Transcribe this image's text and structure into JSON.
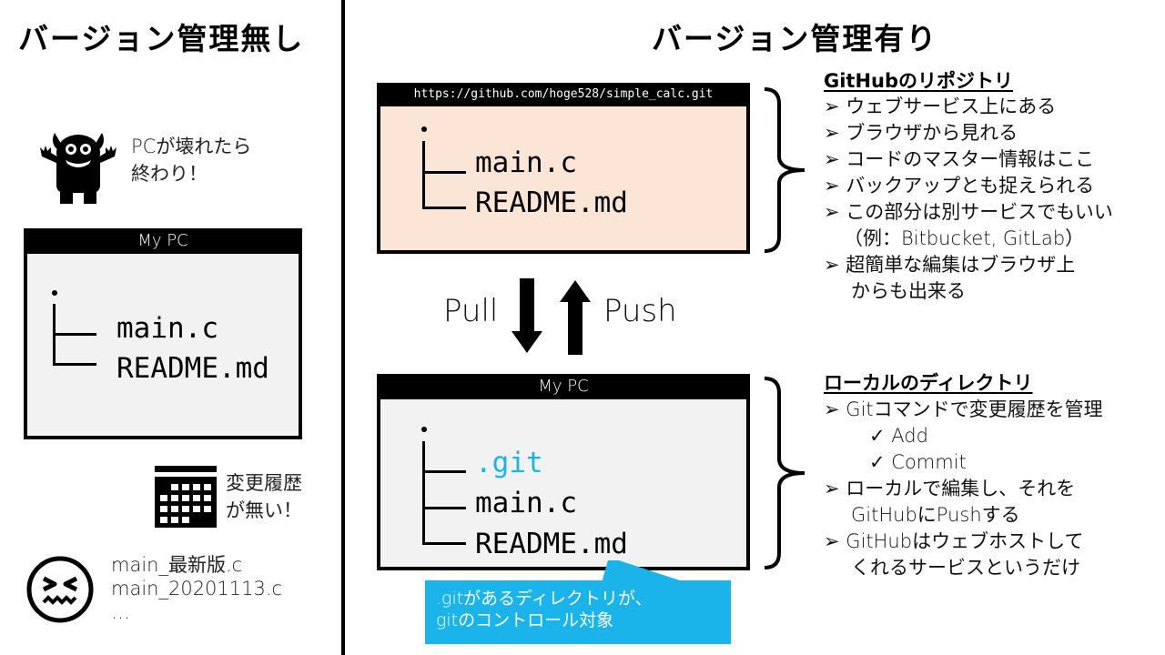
{
  "left": {
    "title": "バージョン管理無し",
    "monster_caption_line1": "PCが壊れたら",
    "monster_caption_line2": "終わり！",
    "pc_window": {
      "title": "My PC",
      "root": ".",
      "files": [
        "main.c",
        "README.md"
      ]
    },
    "history_caption_line1": "変更履歴",
    "history_caption_line2": "が無い！",
    "file_versions": [
      "main_最新版.c",
      "main_20201113.c",
      "…"
    ]
  },
  "right": {
    "title": "バージョン管理有り",
    "remote_window": {
      "title": "https://github.com/hoge528/simple_calc.git",
      "root": ".",
      "files": [
        "main.c",
        "README.md"
      ],
      "bg_color": "#fbe5d6"
    },
    "pull_label": "Pull",
    "push_label": "Push",
    "local_window": {
      "title": "My PC",
      "root": ".",
      "files": [
        ".git",
        "main.c",
        "README.md"
      ],
      "highlight_color": "#1ab4ea",
      "bg_color": "#f2f2f2"
    },
    "callout": {
      "line1": ".gitがあるディレクトリが、",
      "line2": "gitのコントロール対象",
      "color": "#1ab4ea"
    },
    "remote_notes": {
      "heading": "GitHubのリポジトリ",
      "items": [
        "ウェブサービス上にある",
        "ブラウザから見れる",
        "コードのマスター情報はここ",
        "バックアップとも捉えられる",
        "この部分は別サービスでもいい",
        "（例：Bitbucket, GitLab）",
        "超簡単な編集はブラウザ上",
        "からも出来る"
      ]
    },
    "local_notes": {
      "heading": "ローカルのディレクトリ",
      "items": [
        "Gitコマンドで変更履歴を管理",
        "Add",
        "Commit",
        "ローカルで編集し、それを",
        "GitHubにPushする",
        "GitHubはウェブホストして",
        "くれるサービスというだけ"
      ]
    },
    "bullet_arrow": "➢",
    "bullet_check": "✓"
  }
}
